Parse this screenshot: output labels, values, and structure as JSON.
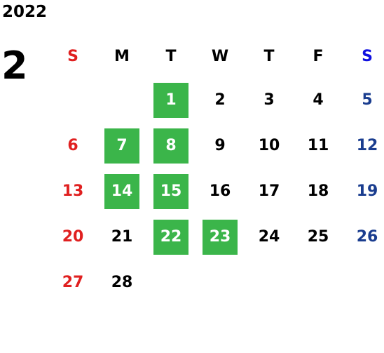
{
  "year": "2022",
  "month": "2",
  "weekday_headers": [
    "S",
    "M",
    "T",
    "W",
    "T",
    "F",
    "S"
  ],
  "colors": {
    "sunday": "#e02020",
    "saturday": "#1a3d8f",
    "saturday_header": "#1010e0",
    "highlight": "#3bb54a",
    "highlight_text": "#ffffff"
  },
  "weeks": [
    [
      "",
      "",
      "1",
      "2",
      "3",
      "4",
      "5"
    ],
    [
      "6",
      "7",
      "8",
      "9",
      "10",
      "11",
      "12"
    ],
    [
      "13",
      "14",
      "15",
      "16",
      "17",
      "18",
      "19"
    ],
    [
      "20",
      "21",
      "22",
      "23",
      "24",
      "25",
      "26"
    ],
    [
      "27",
      "28",
      "",
      "",
      "",
      "",
      ""
    ]
  ],
  "highlighted_days": [
    "1",
    "7",
    "8",
    "14",
    "15",
    "22",
    "23"
  ]
}
